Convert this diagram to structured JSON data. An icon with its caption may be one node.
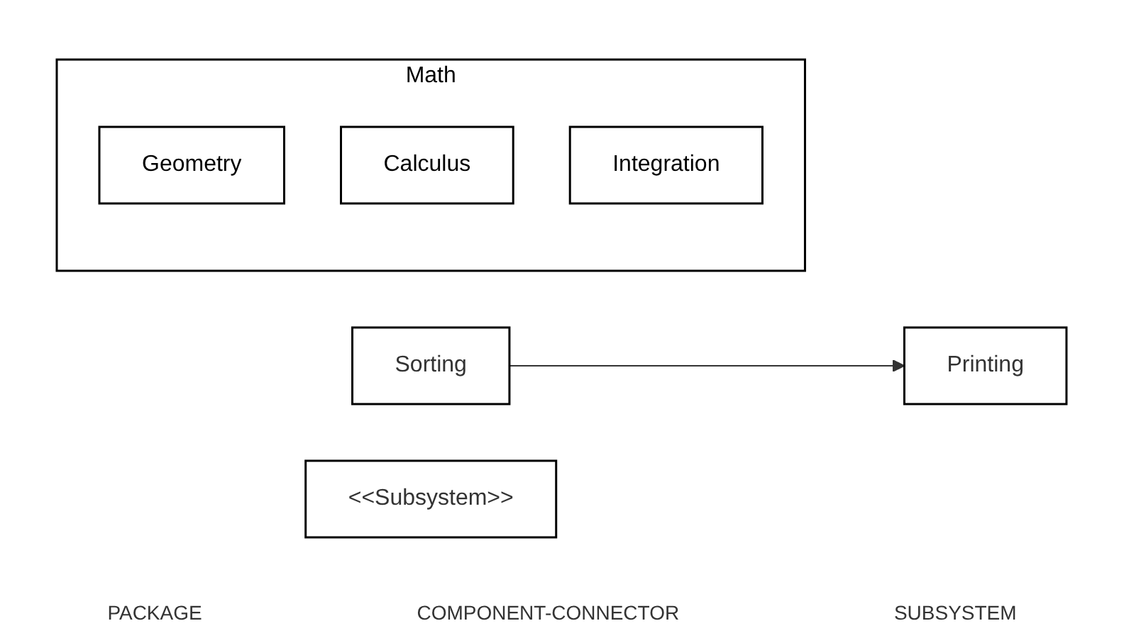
{
  "diagram": {
    "nodes": [
      {
        "text": [
          "Math"
        ]
      },
      {
        "text": [
          "Geometry"
        ],
        "in": 0
      },
      {
        "text": [
          "Calculus"
        ],
        "in": 0
      },
      {
        "text": [
          "Integration"
        ],
        "in": 0
      },
      {
        "text": [
          "Sorting"
        ]
      },
      {
        "text": [
          "Printing"
        ]
      },
      {
        "text": [
          "<<Subsystem>>"
        ]
      }
    ],
    "edges": [
      {
        "from": 4,
        "to": 5,
        "arrow": "to"
      }
    ],
    "labels": [
      "PACKAGE",
      "COMPONENT-CONNECTOR",
      "SUBSYSTEM"
    ]
  }
}
